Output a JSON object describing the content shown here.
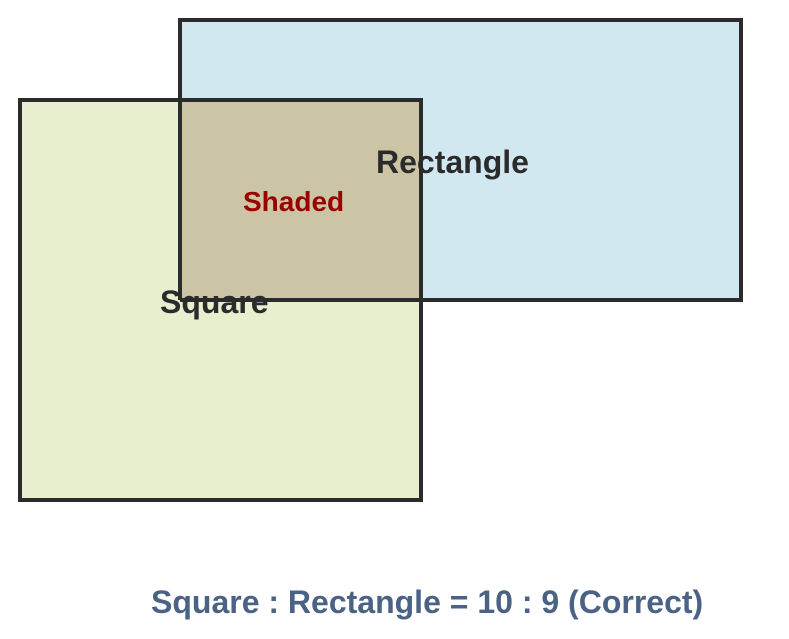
{
  "diagram": {
    "rectangle_label": "Rectangle",
    "square_label": "Square",
    "shaded_label": "Shaded",
    "caption": "Square : Rectangle = 10 : 9 (Correct)"
  },
  "colors": {
    "square_fill": "#e8efcf",
    "rectangle_fill": "#d2e8f0",
    "overlap_fill": "#cbc5a5",
    "outline": "#2b2b2b",
    "label_text": "#2b2b2b",
    "shaded_text": "#990000",
    "caption_text": "#4a6385"
  }
}
